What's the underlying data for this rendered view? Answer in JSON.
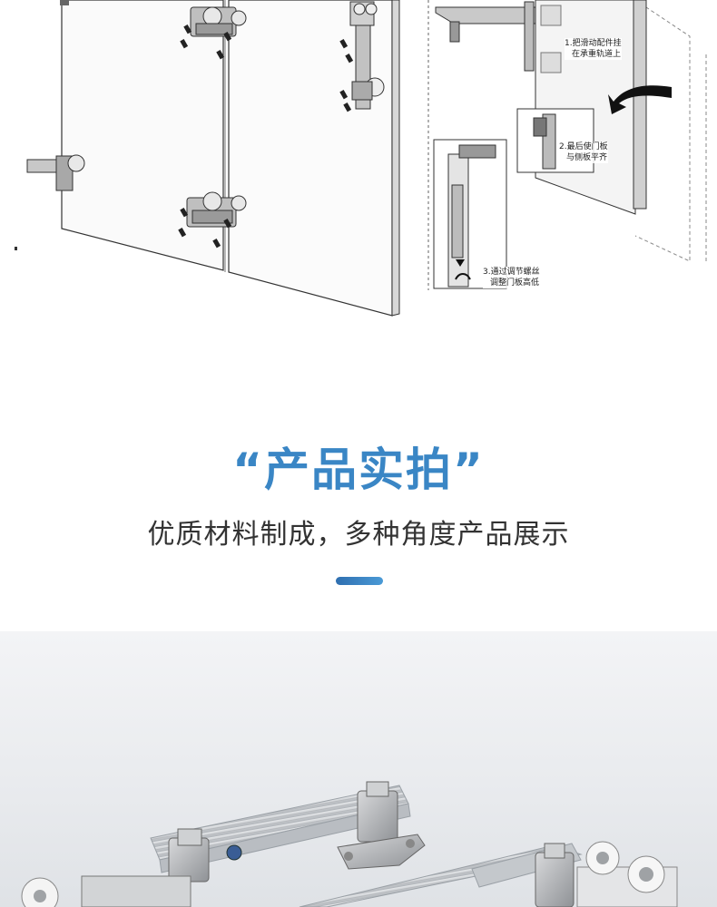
{
  "diagram": {
    "steps": [
      {
        "line1": "1.把滑动配件挂",
        "line2": "在承重轨道上"
      },
      {
        "line1": "2.最后使门板",
        "line2": "与侧板平齐"
      },
      {
        "line1": "3.通过调节螺丝",
        "line2": "调整门板高低"
      }
    ]
  },
  "section": {
    "heading": "“产品实拍”",
    "subtitle": "优质材料制成，多种角度产品展示"
  },
  "colors": {
    "accent": "#3a86c5",
    "subtitle_text": "#333333",
    "divider": "#2f6fb0"
  },
  "icons": [
    "screw-icon",
    "hinge-bracket-icon",
    "curved-arrow-icon",
    "roller-wheel-icon"
  ]
}
